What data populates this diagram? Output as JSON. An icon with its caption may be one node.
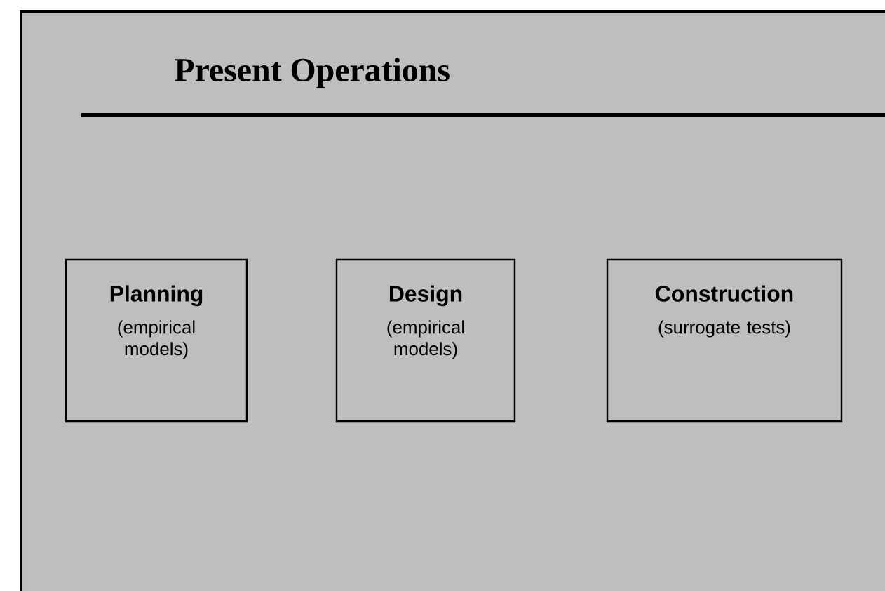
{
  "diagram": {
    "title": "Present Operations",
    "nodes": [
      {
        "text": [
          "Planning",
          "(empirical models)"
        ]
      },
      {
        "text": [
          "Design",
          "(empirical models)"
        ]
      },
      {
        "text": [
          "Construction",
          "(surrogate tests)"
        ]
      }
    ]
  }
}
